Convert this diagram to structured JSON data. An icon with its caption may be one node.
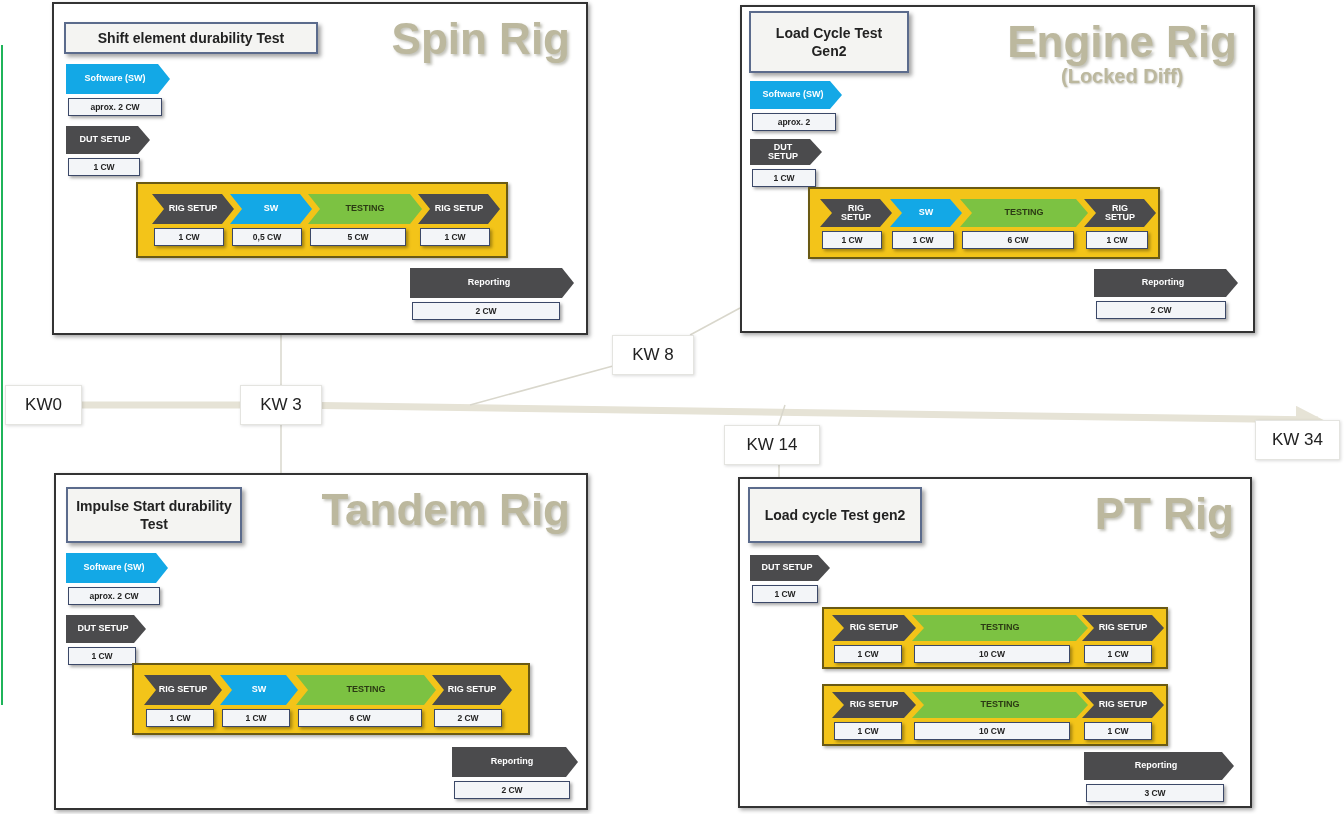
{
  "diagram": {
    "nodes": [
      {
        "text": [
          "Spin Rig"
        ]
      },
      {
        "text": [
          "Shift element durability Test"
        ],
        "in": 0
      },
      {
        "text": [
          "Software (SW)"
        ],
        "in": 0,
        "beside": [
          "aprox. 2 CW"
        ]
      },
      {
        "text": [
          "DUT SETUP"
        ],
        "in": 0,
        "beside": [
          "1 CW"
        ]
      },
      {
        "text": [],
        "shape": "box",
        "in": 0
      },
      {
        "text": [
          "RIG SETUP"
        ],
        "in": 4,
        "beside": [
          "1 CW"
        ]
      },
      {
        "text": [
          "SW"
        ],
        "in": 4,
        "beside": [
          "0,5 CW"
        ]
      },
      {
        "text": [
          "TESTING"
        ],
        "in": 4,
        "beside": [
          "5 CW"
        ]
      },
      {
        "text": [
          "RIG SETUP"
        ],
        "in": 4,
        "beside": [
          "1 CW"
        ]
      },
      {
        "text": [
          "Reporting"
        ],
        "in": 0,
        "beside": [
          "2 CW"
        ]
      },
      {
        "text": [
          "Engine Rig",
          "(Locked Diff)"
        ]
      },
      {
        "text": [
          "Load Cycle Test Gen2"
        ],
        "in": 10
      },
      {
        "text": [
          "Software (SW)"
        ],
        "in": 10,
        "beside": [
          "aprox. 2"
        ]
      },
      {
        "text": [
          "DUT SETUP"
        ],
        "in": 10,
        "beside": [
          "1 CW"
        ]
      },
      {
        "text": [],
        "shape": "box",
        "in": 10
      },
      {
        "text": [
          "RIG SETUP"
        ],
        "in": 14,
        "beside": [
          "1 CW"
        ]
      },
      {
        "text": [
          "SW"
        ],
        "in": 14,
        "beside": [
          "1 CW"
        ]
      },
      {
        "text": [
          "TESTING"
        ],
        "in": 14,
        "beside": [
          "6 CW"
        ]
      },
      {
        "text": [
          "RIG SETUP"
        ],
        "in": 14,
        "beside": [
          "1 CW"
        ]
      },
      {
        "text": [
          "Reporting"
        ],
        "in": 10,
        "beside": [
          "2 CW"
        ]
      },
      {
        "text": [
          "Tandem Rig"
        ]
      },
      {
        "text": [
          "Impulse Start durability Test"
        ],
        "in": 20
      },
      {
        "text": [
          "Software (SW)"
        ],
        "in": 20,
        "beside": [
          "aprox. 2 CW"
        ]
      },
      {
        "text": [
          "DUT SETUP"
        ],
        "in": 20,
        "beside": [
          "1 CW"
        ]
      },
      {
        "text": [],
        "shape": "box",
        "in": 20
      },
      {
        "text": [
          "RIG SETUP"
        ],
        "in": 24,
        "beside": [
          "1 CW"
        ]
      },
      {
        "text": [
          "SW"
        ],
        "in": 24,
        "beside": [
          "1 CW"
        ]
      },
      {
        "text": [
          "TESTING"
        ],
        "in": 24,
        "beside": [
          "6 CW"
        ]
      },
      {
        "text": [
          "RIG SETUP"
        ],
        "in": 24,
        "beside": [
          "2 CW"
        ]
      },
      {
        "text": [
          "Reporting"
        ],
        "in": 20,
        "beside": [
          "2 CW"
        ]
      },
      {
        "text": [
          "PT Rig"
        ]
      },
      {
        "text": [
          "Load cycle Test gen2"
        ],
        "in": 30
      },
      {
        "text": [
          "DUT SETUP"
        ],
        "in": 30,
        "beside": [
          "1 CW"
        ]
      },
      {
        "text": [],
        "shape": "box",
        "in": 30
      },
      {
        "text": [
          "RIG SETUP"
        ],
        "in": 33,
        "beside": [
          "1 CW"
        ]
      },
      {
        "text": [
          "TESTING"
        ],
        "in": 33,
        "beside": [
          "10 CW"
        ]
      },
      {
        "text": [
          "RIG SETUP"
        ],
        "in": 33,
        "beside": [
          "1 CW"
        ]
      },
      {
        "text": [],
        "shape": "box",
        "in": 30
      },
      {
        "text": [
          "RIG SETUP"
        ],
        "in": 37,
        "beside": [
          "1 CW"
        ]
      },
      {
        "text": [
          "TESTING"
        ],
        "in": 37,
        "beside": [
          "10 CW"
        ]
      },
      {
        "text": [
          "RIG SETUP"
        ],
        "in": 37,
        "beside": [
          "1 CW"
        ]
      },
      {
        "text": [
          "Reporting"
        ],
        "in": 30,
        "beside": [
          "3 CW"
        ]
      },
      {
        "text": [
          "KW0"
        ]
      },
      {
        "text": [
          "KW 3"
        ]
      },
      {
        "text": [
          "KW 8"
        ]
      },
      {
        "text": [
          "KW 14"
        ]
      },
      {
        "text": [
          "KW 34"
        ]
      }
    ],
    "edges": [
      {
        "from": 42,
        "to": 43,
        "arrow": "none",
        "style": "thick",
        "color": "#e6e3d6"
      },
      {
        "from": 43,
        "to": 46,
        "arrow": "to",
        "style": "thick",
        "color": "#e6e3d6"
      },
      {
        "from": 43,
        "to": 0,
        "arrow": "none"
      },
      {
        "from": 43,
        "to": 20,
        "arrow": "none"
      },
      {
        "from": null,
        "to": 44,
        "arrow": "none"
      },
      {
        "from": 44,
        "to": 10,
        "arrow": "none"
      },
      {
        "from": null,
        "to": 45,
        "arrow": "none"
      },
      {
        "from": 45,
        "to": 30,
        "arrow": "none"
      }
    ]
  }
}
